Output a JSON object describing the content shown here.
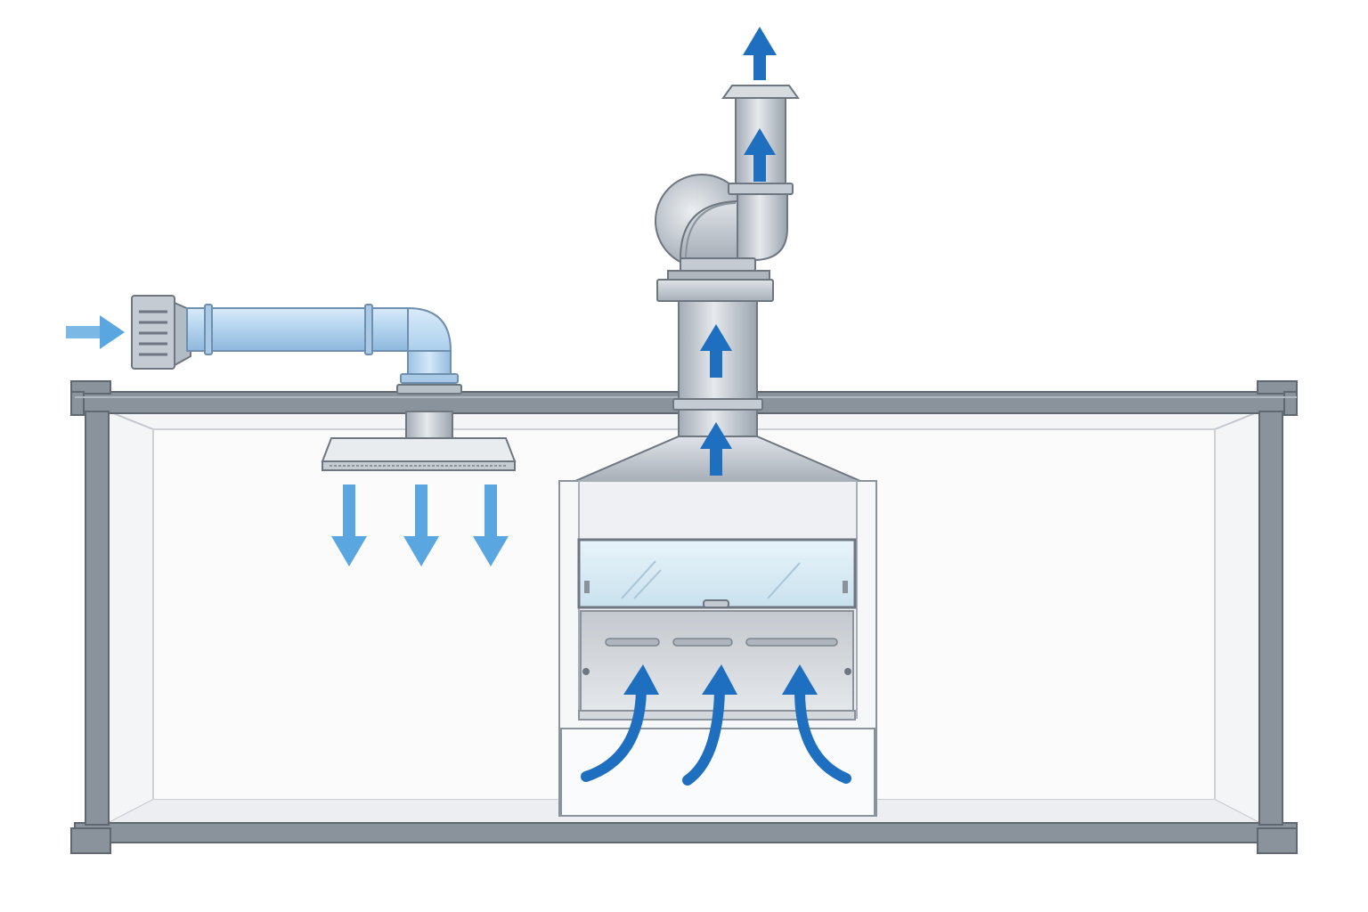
{
  "diagram": {
    "components": [
      {
        "id": "fresh-air-intake",
        "kind": "intake-grille"
      },
      {
        "id": "supply-duct",
        "kind": "duct"
      },
      {
        "id": "supply-diffuser",
        "kind": "diffuser"
      },
      {
        "id": "exhaust-fan",
        "kind": "centrifugal-fan"
      },
      {
        "id": "exhaust-stack",
        "kind": "duct"
      },
      {
        "id": "fume-hood",
        "kind": "fume-hood"
      },
      {
        "id": "room-enclosure",
        "kind": "room"
      }
    ],
    "flows": [
      {
        "id": "intake-flow",
        "direction": "right"
      },
      {
        "id": "supply-flow",
        "direction": "down",
        "count": 3
      },
      {
        "id": "hood-capture-flow",
        "direction": "up-curved",
        "count": 3
      },
      {
        "id": "exhaust-flow",
        "direction": "up",
        "count": 4
      }
    ],
    "colors": {
      "supply_air": "#5aa6e0",
      "exhaust_air": "#1e6fc0",
      "duct_supply": "#b9d7f0",
      "duct_exhaust": "#c6ccd3",
      "frame": "#8a929c",
      "glass": "#dceef6"
    }
  }
}
